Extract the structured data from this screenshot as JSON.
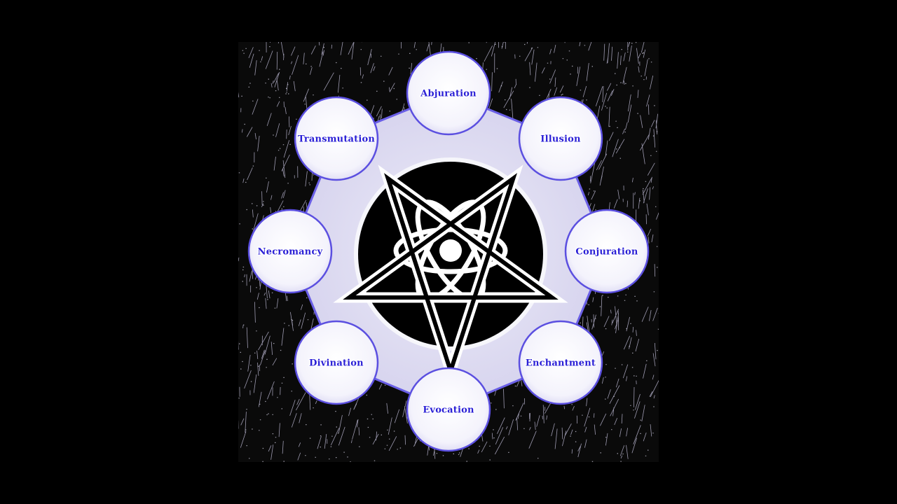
{
  "diagram": {
    "schools": [
      {
        "label": "Abjuration"
      },
      {
        "label": "Illusion"
      },
      {
        "label": "Conjuration"
      },
      {
        "label": "Enchantment"
      },
      {
        "label": "Evocation"
      },
      {
        "label": "Divination"
      },
      {
        "label": "Necromancy"
      },
      {
        "label": "Transmutation"
      }
    ],
    "center_symbol": "pentagram-atom-icon",
    "colors": {
      "background": "#000000",
      "panel": "#0a0a0a",
      "ring": "#dcdaf2",
      "ring_border": "#5b4fe0",
      "circle_fill": "#fbfbff",
      "circle_border": "#5b4fe0",
      "label": "#2a1fd6",
      "emblem_disc": "#000000",
      "emblem_lines": "#ffffff"
    }
  }
}
